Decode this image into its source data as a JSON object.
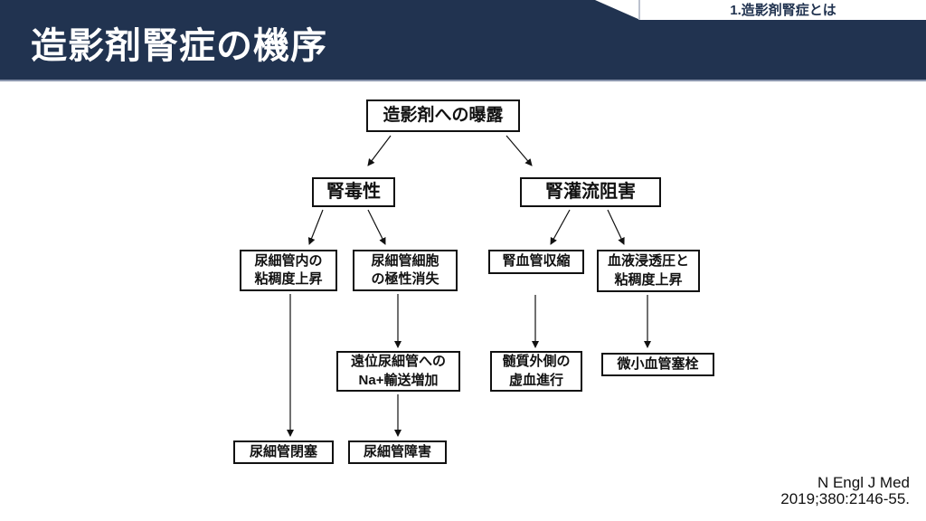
{
  "slide": {
    "title": "造影剤腎症の機序",
    "section_tab": "1.造影剤腎症とは",
    "citation_line1": "N Engl J Med",
    "citation_line2": "2019;380:2146-55.",
    "colors": {
      "header_navy": "#213350",
      "header_underline": "#8C96AE",
      "tab_border": "#BCC2CE",
      "node_border": "#111111",
      "background": "#FFFFFF"
    }
  },
  "flowchart": {
    "nodes": {
      "exposure": "造影剤への曝露",
      "nephrotoxicity": "腎毒性",
      "perfusion_impairment": "腎灌流阻害",
      "tubular_viscosity": "尿細管内の\n粘稠度上昇",
      "polarity_loss": "尿細管細胞\nの極性消失",
      "vasoconstriction": "腎血管収縮",
      "osmolality_viscosity": "血液浸透圧と\n粘稠度上昇",
      "na_transport": "遠位尿細管への\nNa+輸送増加",
      "medullary_ischemia": "髄質外側の\n虚血進行",
      "microvascular_embolism": "微小血管塞栓",
      "tubular_obstruction": "尿細管閉塞",
      "tubular_injury": "尿細管障害"
    }
  }
}
